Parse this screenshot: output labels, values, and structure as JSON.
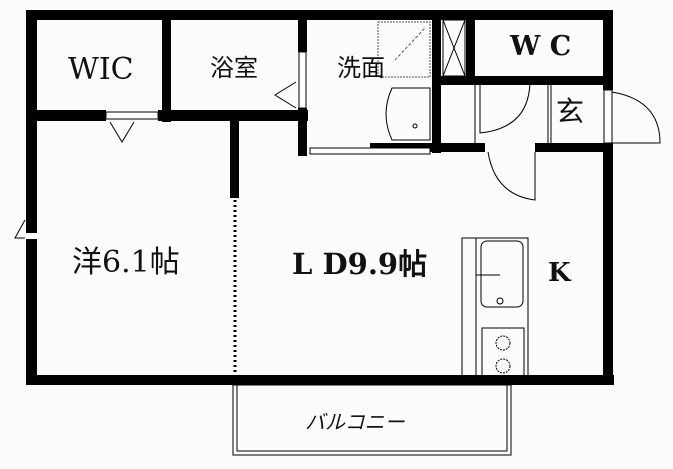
{
  "plan": {
    "rooms": {
      "wic": "WIC",
      "bath": "浴室",
      "washroom": "洗面",
      "wc": "W C",
      "entrance": "玄",
      "western_room": "洋6.1帖",
      "living_dining": "L D9.9帖",
      "kitchen": "K",
      "balcony": "バルコニー"
    }
  }
}
